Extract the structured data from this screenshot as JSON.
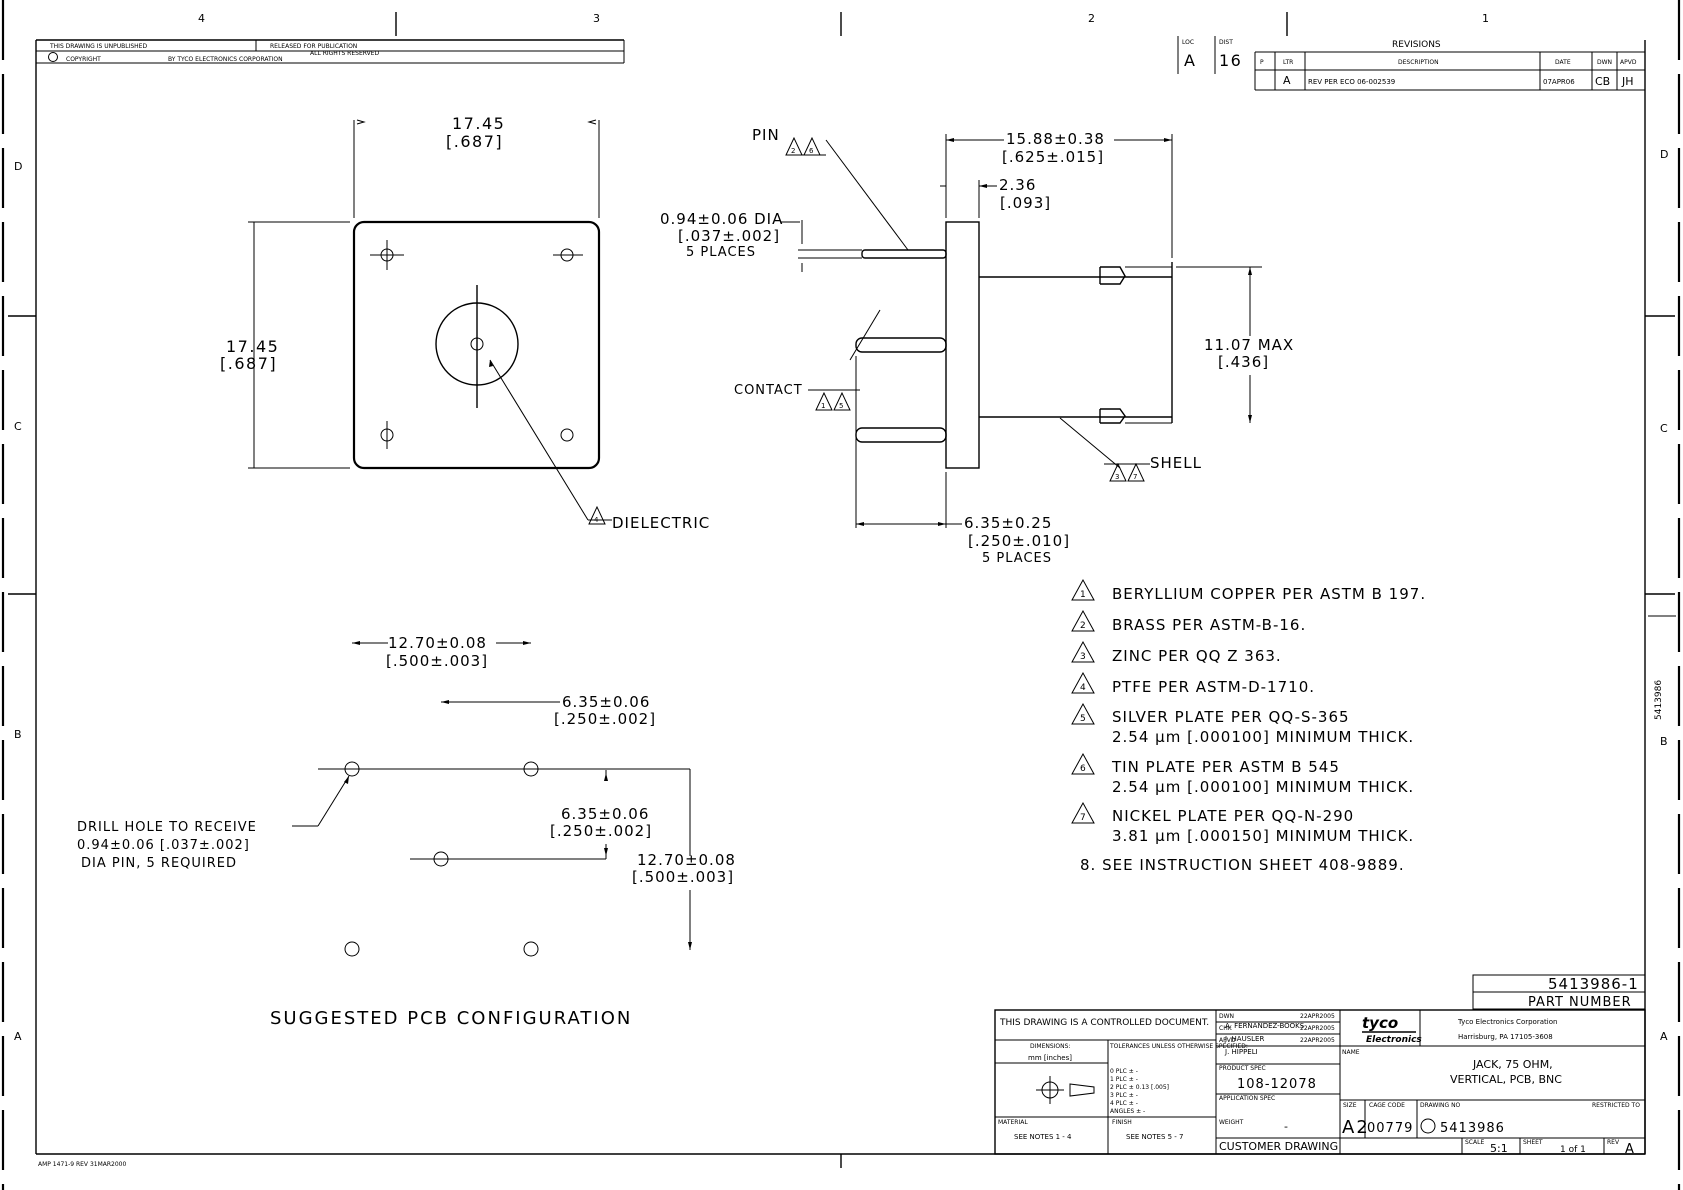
{
  "zones": {
    "top": [
      "4",
      "3",
      "2",
      "1"
    ],
    "left": [
      "D",
      "C",
      "B",
      "A"
    ],
    "right": [
      "D",
      "C",
      "B",
      "A"
    ]
  },
  "header_block": {
    "unpublished": "THIS DRAWING IS UNPUBLISHED",
    "released": "RELEASED FOR PUBLICATION",
    "copyright": "COPYRIGHT",
    "copyright_by": "BY TYCO ELECTRONICS CORPORATION",
    "rights": "ALL RIGHTS RESERVED"
  },
  "revisions": {
    "title": "REVISIONS",
    "loc_label": "LOC",
    "loc_value": "A",
    "dist_label": "DIST",
    "dist_value": "16",
    "p_label": "P",
    "ltr_label": "LTR",
    "ltr_value": "A",
    "desc_label": "DESCRIPTION",
    "desc_value": "REV PER ECO 06-002539",
    "date_label": "DATE",
    "date_value": "07APR06",
    "dwn_label": "DWN",
    "dwn_value": "CB",
    "apvd_label": "APVD",
    "apvd_value": "JH"
  },
  "top_view": {
    "dim_w_mm": "17.45",
    "dim_w_in": "[.687]",
    "dim_h_mm": "17.45",
    "dim_h_in": "[.687]",
    "dielectric_note": "4",
    "dielectric_label": "DIELECTRIC"
  },
  "side_view": {
    "pin_label": "PIN",
    "pin_notes": [
      "2",
      "6"
    ],
    "dia_mm": "0.94±0.06 DIA",
    "dia_in": "[.037±.002]",
    "dia_places": "5 PLACES",
    "len_mm": "15.88±0.38",
    "len_in": "[.625±.015]",
    "flange_mm": "2.36",
    "flange_in": "[.093]",
    "max_mm": "11.07 MAX",
    "max_in": "[.436]",
    "contact_label": "CONTACT",
    "contact_notes": [
      "1",
      "5"
    ],
    "shell_label": "SHELL",
    "shell_notes": [
      "3",
      "7"
    ],
    "pinlen_mm": "6.35±0.25",
    "pinlen_in": "[.250±.010]",
    "pinlen_places": "5 PLACES"
  },
  "notes": [
    {
      "num": "1",
      "lines": [
        "BERYLLIUM COPPER PER ASTM B 197."
      ]
    },
    {
      "num": "2",
      "lines": [
        "BRASS PER ASTM-B-16."
      ]
    },
    {
      "num": "3",
      "lines": [
        "ZINC PER QQ Z 363."
      ]
    },
    {
      "num": "4",
      "lines": [
        "PTFE PER ASTM-D-1710."
      ]
    },
    {
      "num": "5",
      "lines": [
        "SILVER PLATE PER QQ-S-365",
        "2.54 μm [.000100] MINIMUM THICK."
      ]
    },
    {
      "num": "6",
      "lines": [
        "TIN PLATE PER ASTM B 545",
        "2.54 μm [.000100] MINIMUM THICK."
      ]
    },
    {
      "num": "7",
      "lines": [
        "NICKEL PLATE PER QQ-N-290",
        "3.81 μm [.000150] MINIMUM THICK."
      ]
    }
  ],
  "note8": "8. SEE INSTRUCTION SHEET 408-9889.",
  "pcb": {
    "spacing_mm": "12.70±0.08",
    "spacing_in": "[.500±.003]",
    "half_mm": "6.35±0.06",
    "half_in": "[.250±.002]",
    "half2_mm": "6.35±0.06",
    "half2_in": "[.250±.002]",
    "vert_mm": "12.70±0.08",
    "vert_in": "[.500±.003]",
    "drill_lines": [
      "DRILL HOLE TO RECEIVE",
      "0.94±0.06 [.037±.002]",
      "DIA PIN, 5 REQUIRED"
    ],
    "title": "SUGGESTED PCB CONFIGURATION"
  },
  "side_margin_number": "5413986",
  "title_block": {
    "part_number_value": "5413986-1",
    "part_number_label": "PART NUMBER",
    "controlled": "THIS DRAWING IS A CONTROLLED DOCUMENT.",
    "dimensions_label": "DIMENSIONS:",
    "dimensions_value": "mm [inches]",
    "tolerances_label": "TOLERANCES UNLESS OTHERWISE SPECIFIED:",
    "tol_rows": [
      "0 PLC  ± -",
      "1 PLC  ± -",
      "2 PLC  ± 0.13 [.005]",
      "3 PLC  ± -",
      "4 PLC  ± -",
      "ANGLES  ± -"
    ],
    "material_label": "MATERIAL",
    "material_value": "SEE NOTES 1 - 4",
    "finish_label": "FINISH",
    "finish_value": "SEE NOTES 5 - 7",
    "dwn_label": "DWN",
    "dwn_name": "A. FERNANDEZ-BOOKS",
    "dwn_date": "22APR2005",
    "chk_label": "CHK",
    "chk_name": "J. HAUSLER",
    "chk_date": "22APR2005",
    "appr_label": "APVD",
    "appr_name": "J. HIPPELI",
    "appr_date": "22APR2005",
    "product_spec_label": "PRODUCT SPEC",
    "product_spec_value": "108-12078",
    "app_spec_label": "APPLICATION SPEC",
    "weight_label": "WEIGHT",
    "weight_value": "-",
    "logo_top": "tyco",
    "logo_bottom": "Electronics",
    "company": "Tyco Electronics Corporation",
    "city": "Harrisburg, PA 17105-3608",
    "name_label": "NAME",
    "name_line1": "JACK, 75 OHM,",
    "name_line2": "VERTICAL, PCB, BNC",
    "size_label": "SIZE",
    "size_value": "A2",
    "cage_label": "CAGE CODE",
    "cage_value": "00779",
    "dwg_label": "DRAWING NO",
    "dwg_value": "5413986",
    "restricted_label": "RESTRICTED TO",
    "customer_drawing": "CUSTOMER DRAWING",
    "scale_label": "SCALE",
    "scale_value": "5:1",
    "sheet_label": "SHEET",
    "sheet_value": "1 of 1",
    "rev_label": "REV",
    "rev_value": "A"
  },
  "footer_code": "AMP 1471-9 REV 31MAR2000"
}
